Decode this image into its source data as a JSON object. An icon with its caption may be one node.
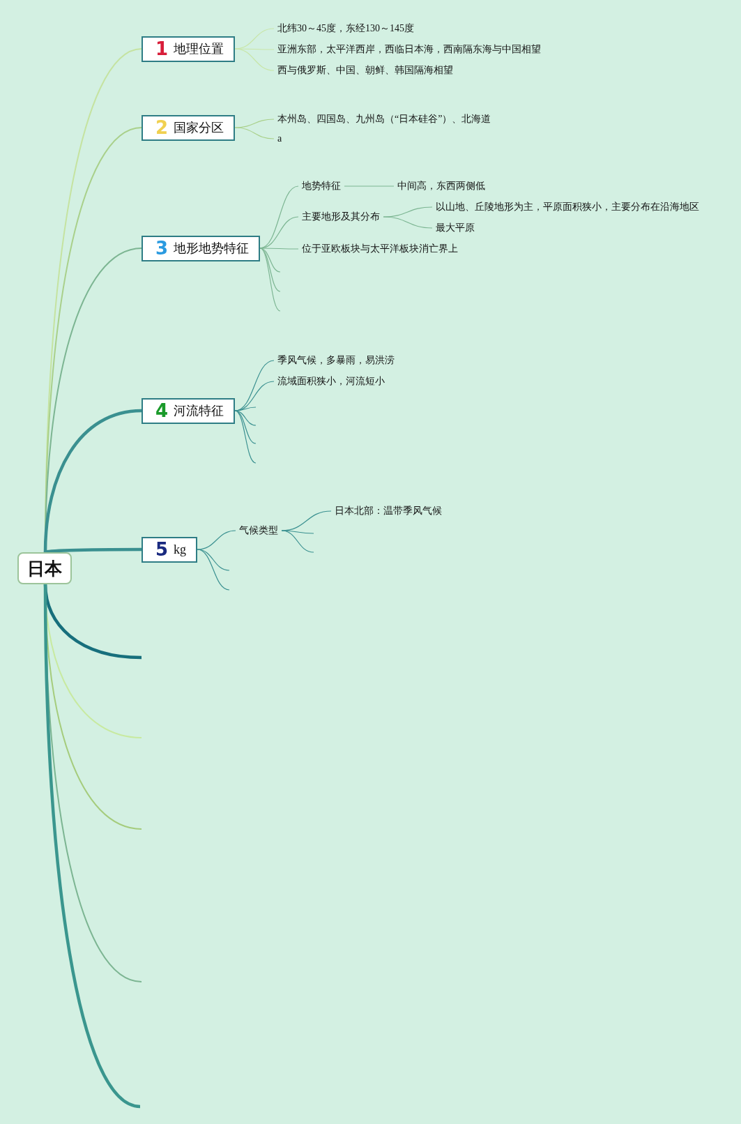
{
  "diagram": {
    "nodes": [
      {
        "text": [
          "日本"
        ]
      },
      {
        "text": [
          "1",
          "地理位置"
        ]
      },
      {
        "text": [
          "北纬30～45度，东经130～145度"
        ]
      },
      {
        "text": [
          "亚洲东部，太平洋西岸，西临日本海，西南隔东海与中国相望"
        ]
      },
      {
        "text": [
          "西与俄罗斯、中国、朝鲜、韩国隔海相望"
        ]
      },
      {
        "text": [
          "2",
          "国家分区"
        ]
      },
      {
        "text": [
          "本州岛、四国岛、九州岛（“日本硅谷”）、北海道"
        ]
      },
      {
        "text": [
          "a"
        ]
      },
      {
        "text": [
          "3",
          "地形地势特征"
        ]
      },
      {
        "text": [
          "地势特征"
        ]
      },
      {
        "text": [
          "中间高，东西两侧低"
        ]
      },
      {
        "text": [
          "主要地形及其分布"
        ]
      },
      {
        "text": [
          "以山地、丘陵地形为主，平原面积狭小，主要分布在沿海地区"
        ]
      },
      {
        "text": [
          "最大平原"
        ]
      },
      {
        "text": [
          "位于亚欧板块与太平洋板块消亡界上"
        ]
      },
      {
        "text": [
          "4",
          "河流特征"
        ]
      },
      {
        "text": [
          "季风气候，多暴雨，易洪涝"
        ]
      },
      {
        "text": [
          "流域面积狭小，河流短小"
        ]
      },
      {
        "text": [
          "5",
          "kg"
        ]
      },
      {
        "text": [
          "气候类型"
        ]
      },
      {
        "text": [
          "日本北部：温带季风气候"
        ]
      }
    ],
    "edges": [
      {
        "from": 0,
        "to": 1,
        "arrow": "none",
        "color": "#c5e3a0"
      },
      {
        "from": 1,
        "to": 2,
        "arrow": "none",
        "color": "#c8e6a8"
      },
      {
        "from": 1,
        "to": 3,
        "arrow": "none",
        "color": "#c8e6a8"
      },
      {
        "from": 1,
        "to": 4,
        "arrow": "none",
        "color": "#c8e6a8"
      },
      {
        "from": 0,
        "to": 5,
        "arrow": "none",
        "color": "#a9d08a"
      },
      {
        "from": 5,
        "to": 6,
        "arrow": "none",
        "color": "#a9d08a"
      },
      {
        "from": 5,
        "to": 7,
        "arrow": "none",
        "color": "#a9d08a"
      },
      {
        "from": 0,
        "to": 8,
        "arrow": "none",
        "color": "#7cb592"
      },
      {
        "from": 8,
        "to": 9,
        "arrow": "none",
        "color": "#7cb592"
      },
      {
        "from": 9,
        "to": 10,
        "arrow": "none",
        "color": "#7cb592"
      },
      {
        "from": 8,
        "to": 11,
        "arrow": "none",
        "color": "#7cb592"
      },
      {
        "from": 11,
        "to": 12,
        "arrow": "none",
        "color": "#7cb592"
      },
      {
        "from": 11,
        "to": 13,
        "arrow": "none",
        "color": "#7cb592"
      },
      {
        "from": 8,
        "to": 14,
        "arrow": "none",
        "color": "#7cb592"
      },
      {
        "from": 8,
        "to": null,
        "arrow": "none",
        "color": "#7cb592"
      },
      {
        "from": 8,
        "to": null,
        "arrow": "none",
        "color": "#7cb592"
      },
      {
        "from": 8,
        "to": null,
        "arrow": "none",
        "color": "#7cb592"
      },
      {
        "from": 0,
        "to": 15,
        "arrow": "none",
        "style": "thick"
      },
      {
        "from": 15,
        "to": 16,
        "arrow": "none"
      },
      {
        "from": 15,
        "to": 17,
        "arrow": "none"
      },
      {
        "from": 15,
        "to": null,
        "arrow": "none"
      },
      {
        "from": 15,
        "to": null,
        "arrow": "none"
      },
      {
        "from": 15,
        "to": null,
        "arrow": "none"
      },
      {
        "from": 15,
        "to": null,
        "arrow": "none"
      },
      {
        "from": 0,
        "to": 18,
        "arrow": "none",
        "style": "thick"
      },
      {
        "from": 18,
        "to": 19,
        "arrow": "none"
      },
      {
        "from": 19,
        "to": 20,
        "arrow": "none"
      },
      {
        "from": 19,
        "to": null,
        "arrow": "none"
      },
      {
        "from": 19,
        "to": null,
        "arrow": "none"
      },
      {
        "from": 18,
        "to": null,
        "arrow": "none"
      },
      {
        "from": 18,
        "to": null,
        "arrow": "none"
      },
      {
        "from": 0,
        "to": null,
        "arrow": "none",
        "style": "thick",
        "color": "#176f7c"
      },
      {
        "from": 0,
        "to": null,
        "arrow": "none",
        "color": "#c8eaa0"
      },
      {
        "from": 0,
        "to": null,
        "arrow": "none",
        "color": "#a5cc7c"
      },
      {
        "from": 0,
        "to": null,
        "arrow": "none",
        "color": "#7cb592"
      },
      {
        "from": 0,
        "to": null,
        "arrow": "none",
        "style": "thick",
        "color": "#3a968e"
      }
    ]
  }
}
